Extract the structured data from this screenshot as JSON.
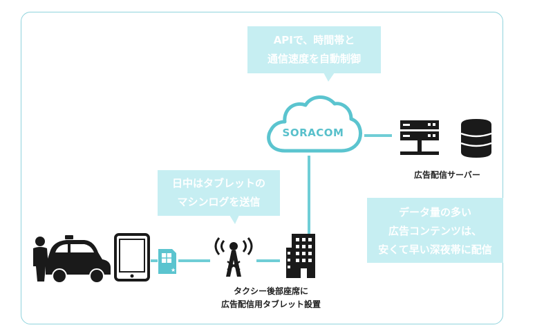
{
  "bubbles": {
    "soracom_api": {
      "lines": [
        "APIで、時間帯と",
        "通信速度を自動制御"
      ]
    },
    "tablet_log": {
      "lines": [
        "日中はタブレットの",
        "マシンログを送信"
      ]
    },
    "ad_content": {
      "lines": [
        "データ量の多い",
        "広告コンテンツは、",
        "安くて早い深夜帯に配信"
      ]
    }
  },
  "cloud": {
    "label": "SORACOM"
  },
  "captions": {
    "server": "広告配信サーバー",
    "taxi_lines": [
      "タクシー後部座席に",
      "広告配信用タブレット設置"
    ]
  },
  "colors": {
    "accent": "#5bc4cf",
    "bubble_bg": "#c6eef2",
    "frame_border": "#8fd3dc",
    "icon_dark": "#1a1a1a"
  },
  "icons": [
    "cloud-icon",
    "server-rack-icon",
    "database-icon",
    "taxi-icon",
    "tablet-icon",
    "sim-card-icon",
    "antenna-tower-icon",
    "building-icon"
  ]
}
